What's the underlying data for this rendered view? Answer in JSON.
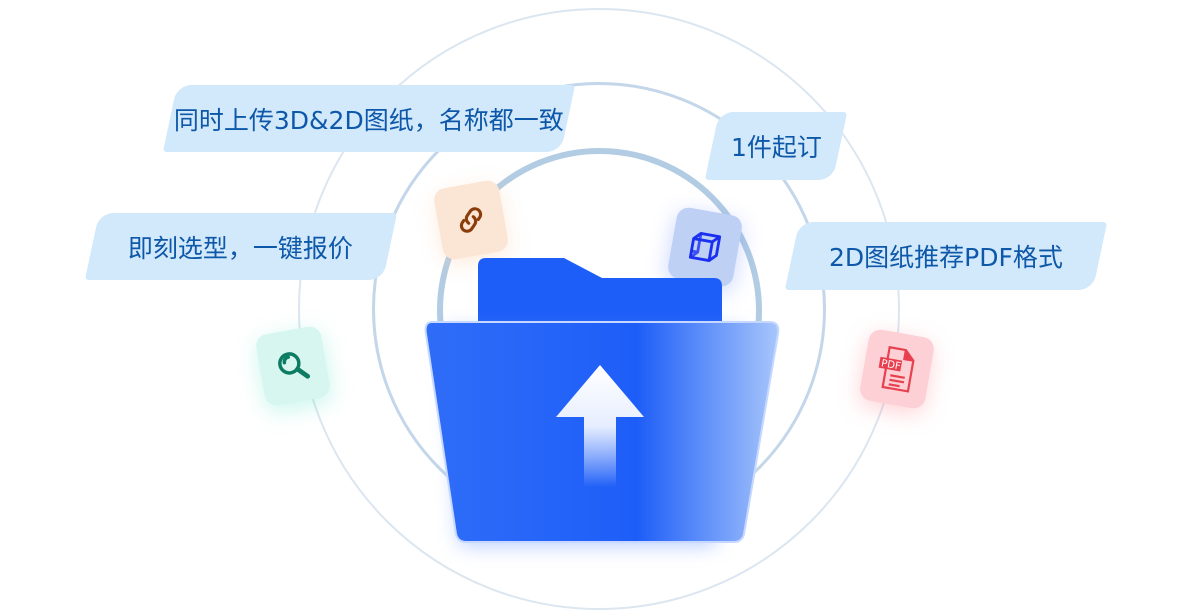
{
  "labels": {
    "upload_both": "同时上传3D&2D图纸，名称都一致",
    "instant_quote": "即刻选型，一键报价",
    "min_order": "1件起订",
    "pdf_recommend": "2D图纸推荐PDF格式"
  },
  "icons": {
    "pdf_badge": "PDF"
  },
  "colors": {
    "label_bg": "#d2e8fb",
    "label_text": "#0d58a8",
    "folder_blue": "#1e5ef8"
  }
}
